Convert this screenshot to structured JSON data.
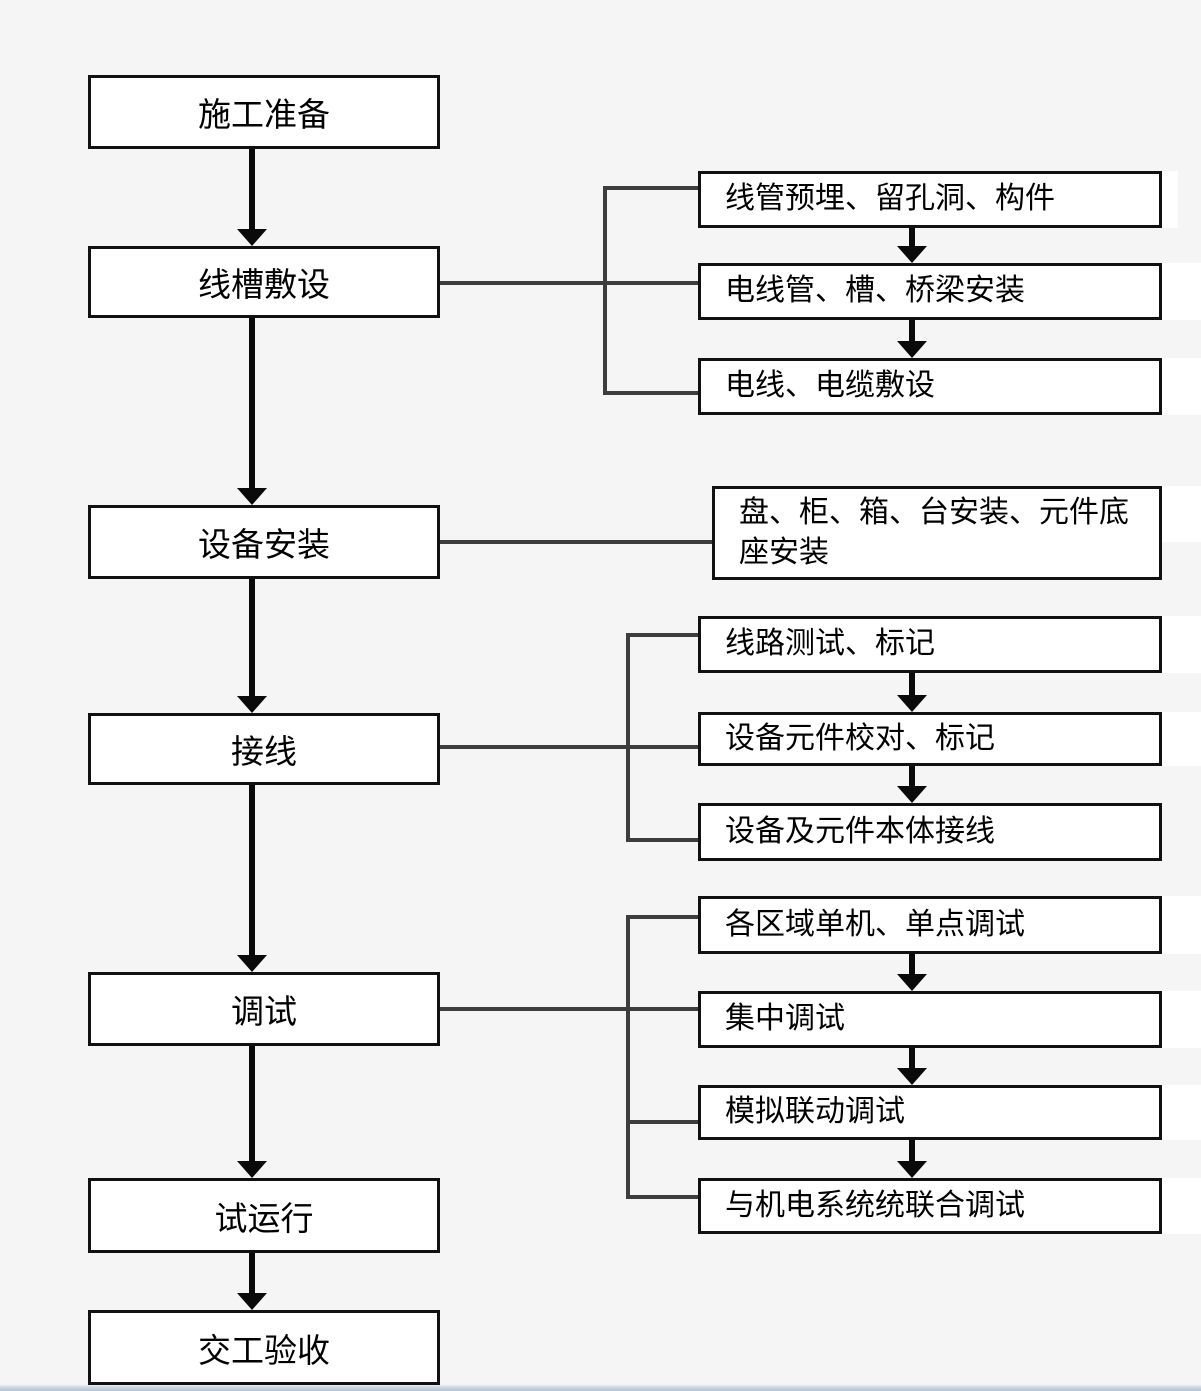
{
  "flow": {
    "main_steps": [
      {
        "label": "施工准备"
      },
      {
        "label": "线槽敷设"
      },
      {
        "label": "设备安装"
      },
      {
        "label": "接线"
      },
      {
        "label": "调试"
      },
      {
        "label": "试运行"
      },
      {
        "label": "交工验收"
      }
    ],
    "groups": [
      {
        "parent": "线槽敷设",
        "steps": [
          {
            "label": "线管预埋、留孔洞、构件"
          },
          {
            "label": "电线管、槽、桥梁安装"
          },
          {
            "label": "电线、电缆敷设"
          }
        ]
      },
      {
        "parent": "设备安装",
        "steps": [
          {
            "label": "盘、柜、箱、台安装、元件底座安装"
          }
        ]
      },
      {
        "parent": "接线",
        "steps": [
          {
            "label": "线路测试、标记"
          },
          {
            "label": "设备元件校对、标记"
          },
          {
            "label": "设备及元件本体接线"
          }
        ]
      },
      {
        "parent": "调试",
        "steps": [
          {
            "label": "各区域单机、单点调试"
          },
          {
            "label": "集中调试"
          },
          {
            "label": "模拟联动调试"
          },
          {
            "label": "与机电系统统联合调试"
          }
        ]
      }
    ],
    "colors": {
      "background": "#f5f5f6",
      "box_fill": "#ffffff",
      "box_border": "#111111",
      "connector": "#3d3d3d",
      "arrow": "#0a0a0a",
      "footer_strip": "#bccfda"
    }
  }
}
